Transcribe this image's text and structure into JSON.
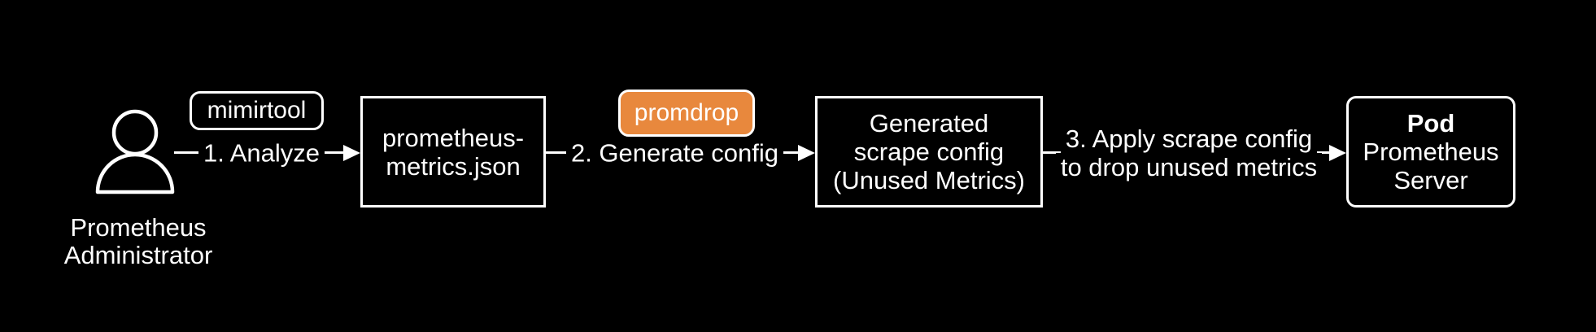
{
  "colors": {
    "background": "#000000",
    "foreground": "#ffffff",
    "promdrop_fill": "#E8883D"
  },
  "actor": {
    "line1": "Prometheus",
    "line2": "Administrator"
  },
  "badges": {
    "mimirtool": "mimirtool",
    "promdrop": "promdrop"
  },
  "arrows": {
    "step1": {
      "label": "1. Analyze"
    },
    "step2": {
      "label": "2. Generate config"
    },
    "step3": {
      "line1": "3. Apply scrape config",
      "line2": "to drop unused metrics"
    }
  },
  "nodes": {
    "metrics_file": {
      "line1": "prometheus-",
      "line2": "metrics.json"
    },
    "scrape_config": {
      "line1": "Generated",
      "line2": "scrape config",
      "line3": "(Unused Metrics)"
    },
    "pod": {
      "title": "Pod",
      "line1": "Prometheus",
      "line2": "Server"
    }
  }
}
